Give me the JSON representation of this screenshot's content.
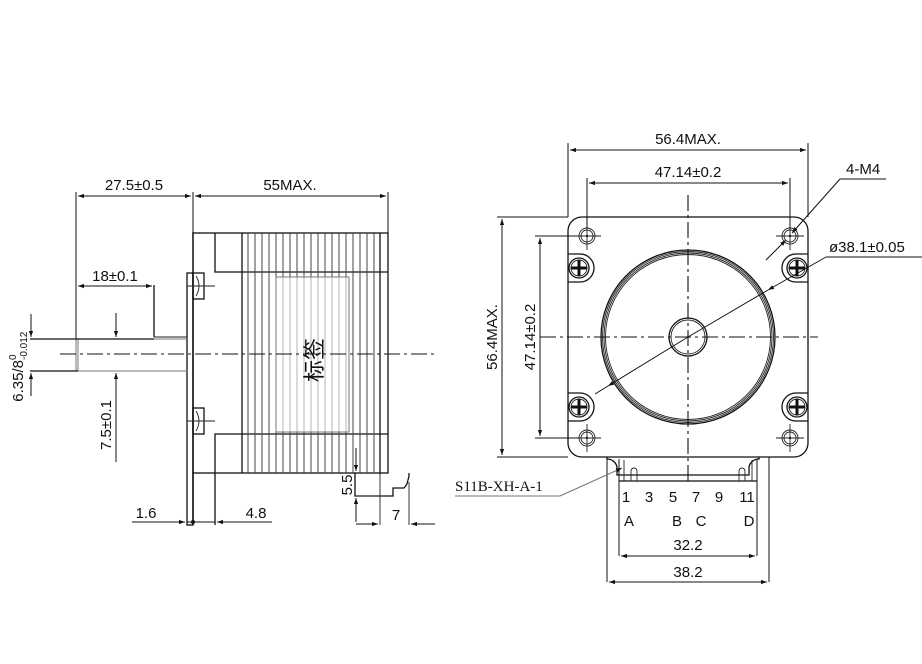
{
  "drawing": {
    "subject": "Stepper motor outline drawing",
    "side_view": {
      "label_text": "标签",
      "dims": {
        "shaft_extension": "27.5±0.5",
        "body_length": "55MAX.",
        "flat_length": "18±0.1",
        "shaft_diameter": "6.35/8",
        "shaft_tol_upper": "0",
        "shaft_tol_lower": "-0.012",
        "flat_depth": "7.5±0.1",
        "flange_thickness": "1.6",
        "front_step": "4.8",
        "connector_height": "5.5",
        "connector_width": "7"
      }
    },
    "front_view": {
      "dims": {
        "overall_width": "56.4MAX.",
        "hole_spacing_h": "47.14±0.2",
        "overall_height": "56.4MAX.",
        "hole_spacing_v": "47.14±0.2",
        "mount_holes": "4-M4",
        "pilot_diameter": "ø38.1±0.05",
        "pin_span": "32.2",
        "connector_total": "38.2"
      },
      "connector": {
        "part_number": "S11B-XH-A-1",
        "pin_numbers": [
          "1",
          "3",
          "5",
          "7",
          "9",
          "11"
        ],
        "pin_letters": [
          "A",
          "B",
          "C",
          "D"
        ]
      }
    }
  }
}
